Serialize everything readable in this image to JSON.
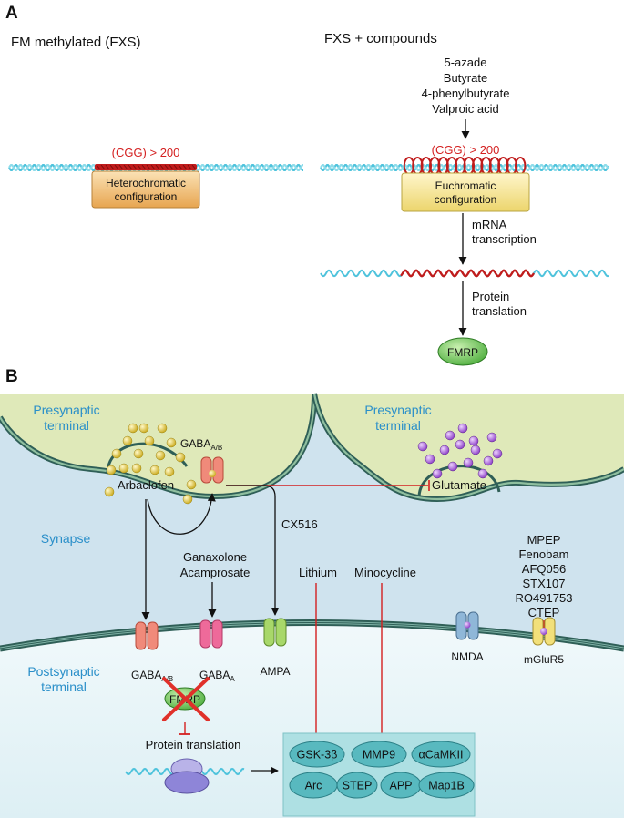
{
  "panel_a": {
    "label": "A",
    "left": {
      "title": "FM methylated (FXS)",
      "repeat_label": "(CGG) > 200",
      "box_line1": "Heterochromatic",
      "box_line2": "configuration"
    },
    "right": {
      "title": "FXS + compounds",
      "compounds": [
        "5-azade",
        "Butyrate",
        "4-phenylbutyrate",
        "Valproic acid"
      ],
      "repeat_label": "(CGG) > 200",
      "box_line1": "Euchromatic",
      "box_line2": "configuration",
      "step1_line1": "mRNA",
      "step1_line2": "transcription",
      "step2_line1": "Protein",
      "step2_line2": "translation",
      "product": "FMRP"
    }
  },
  "panel_b": {
    "label": "B",
    "presynaptic_left_line1": "Presynaptic",
    "presynaptic_left_line2": "terminal",
    "presynaptic_right_line1": "Presynaptic",
    "presynaptic_right_line2": "terminal",
    "synapse": "Synapse",
    "postsynaptic_line1": "Postsynaptic",
    "postsynaptic_line2": "terminal",
    "arbaclofen": "Arbaclofen",
    "gaba_ab_pre": "GABA",
    "gaba_ab_pre_sub": "A/B",
    "glutamate": "Glutamate",
    "cx516": "CX516",
    "ganaxolone": "Ganaxolone",
    "acamprosate": "Acamprosate",
    "lithium": "Lithium",
    "minocycline": "Minocycline",
    "mglur5_drugs": [
      "MPEP",
      "Fenobam",
      "AFQ056",
      "STX107",
      "RO491753",
      "CTEP"
    ],
    "receptors": {
      "gaba_ab": "GABA",
      "gaba_ab_sub": "A/B",
      "gaba_a": "GABA",
      "gaba_a_sub": "A",
      "ampa": "AMPA",
      "nmda": "NMDA",
      "mglur5": "mGluR5"
    },
    "fmrp": "FMRP",
    "protein_translation": "Protein translation",
    "targets": [
      "GSK-3β",
      "MMP9",
      "αCaMKII",
      "Arc",
      "STEP",
      "APP",
      "Map1B"
    ]
  },
  "colors": {
    "red": "#d42020",
    "blue_label": "#2a8fc9",
    "dna_cyan": "#4fc3dc",
    "cgg_red": "#c01c1c",
    "hetero_box": "#f2c07a",
    "eu_box": "#f5e7a0",
    "fmrp_green": "#6fc55a",
    "cleft": "#cfe3ee",
    "terminal_green": "#dfe9b9",
    "postsynaptic": "#e6f3f7",
    "target_box": "#aee0e3",
    "target_ellipse": "#58b9bf"
  }
}
